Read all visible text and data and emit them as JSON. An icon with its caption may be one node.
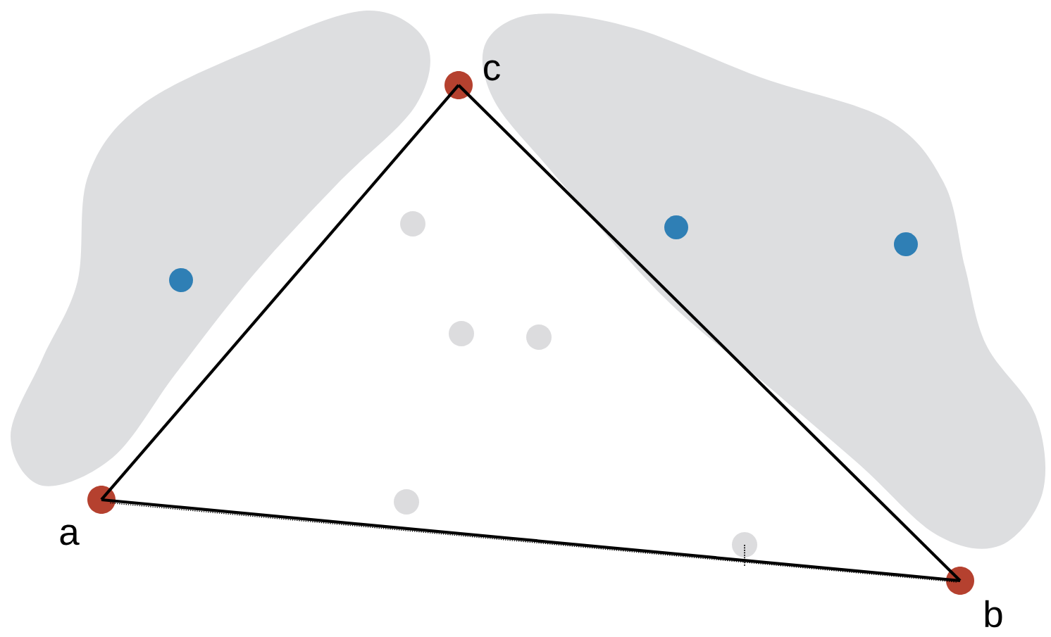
{
  "diagram": {
    "nodes": [
      {
        "text": [],
        "shape": "cloud"
      },
      {
        "text": [],
        "shape": "circle",
        "in": 0
      },
      {
        "text": [],
        "shape": "cloud"
      },
      {
        "text": [],
        "shape": "circle",
        "in": 2
      },
      {
        "text": [],
        "shape": "circle",
        "in": 2
      },
      {
        "text": [
          "a"
        ]
      },
      {
        "text": [
          "c"
        ]
      },
      {
        "text": [
          "b"
        ]
      },
      {
        "text": [],
        "shape": "circle"
      },
      {
        "text": [],
        "shape": "circle"
      },
      {
        "text": [],
        "shape": "circle"
      },
      {
        "text": [],
        "shape": "circle"
      },
      {
        "text": [],
        "shape": "circle"
      }
    ],
    "edges": [
      {
        "from": 5,
        "to": 6,
        "arrow": "none"
      },
      {
        "from": 6,
        "to": 7,
        "arrow": "none"
      },
      {
        "from": 7,
        "to": 5,
        "arrow": "none"
      },
      {
        "from": 5,
        "to": 7,
        "arrow": "none",
        "style": "dashed"
      }
    ]
  }
}
